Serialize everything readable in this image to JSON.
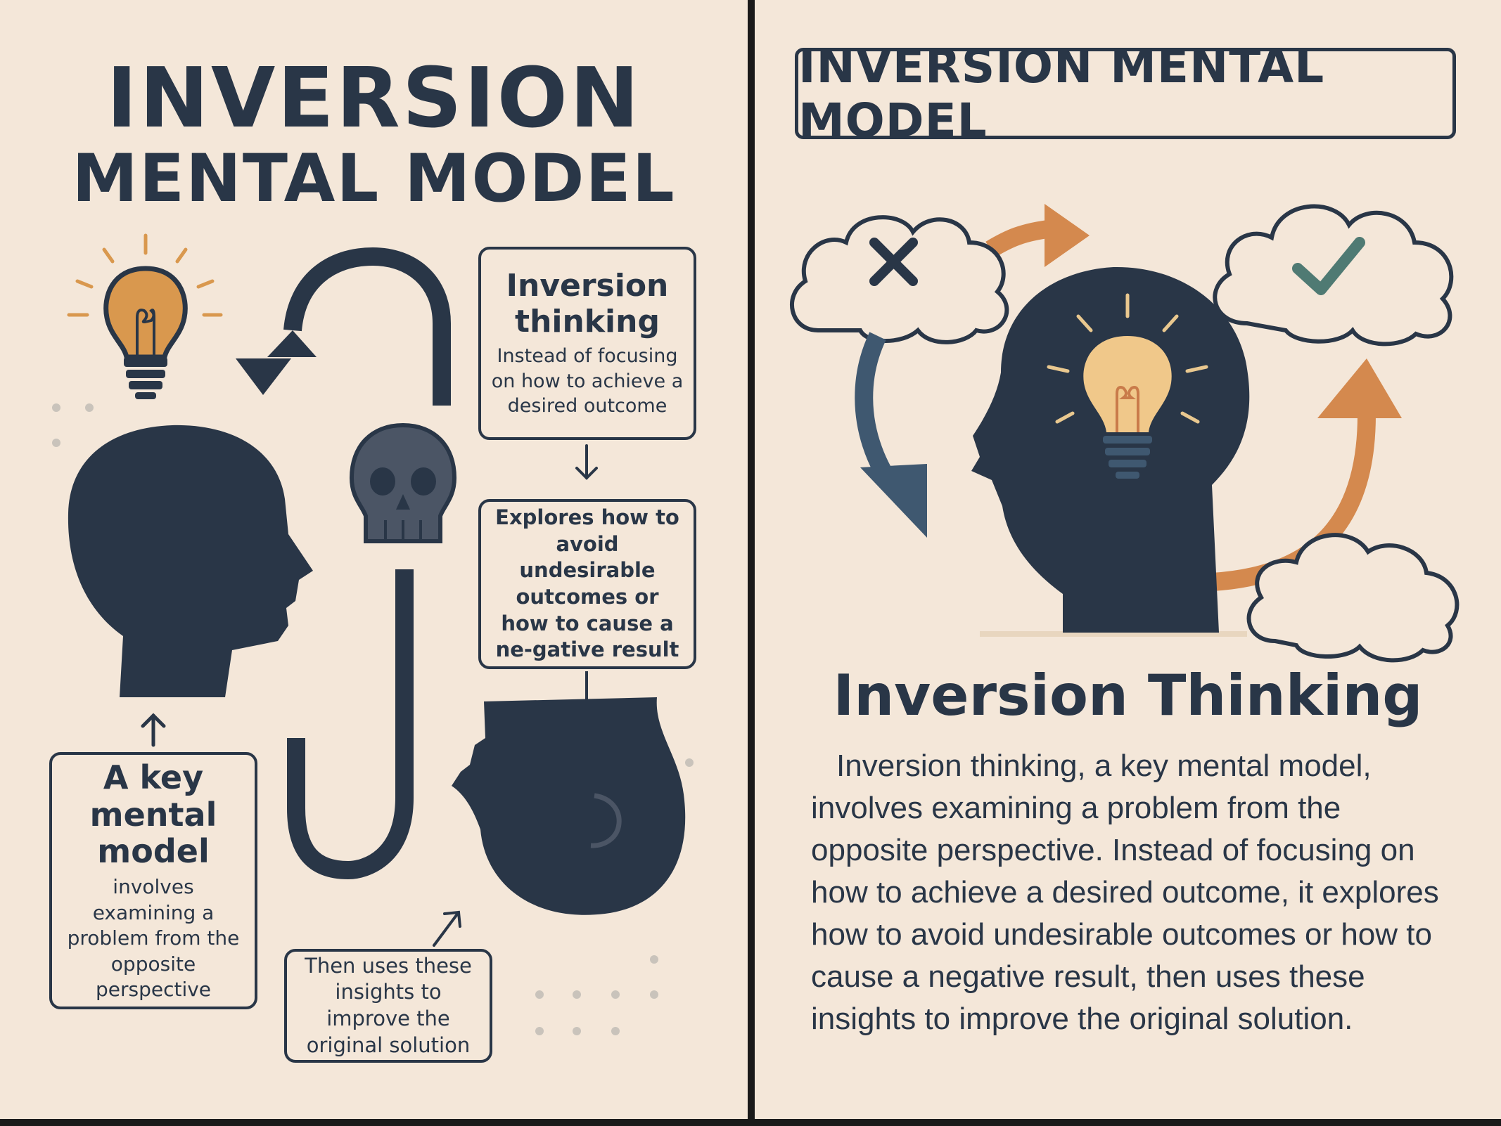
{
  "left": {
    "title_line1": "INVERSION",
    "title_line2": "MENTAL MODEL",
    "box_inversion": {
      "heading": "Inversion thinking",
      "text": "Instead of focusing on how to achieve a desired outcome"
    },
    "box_explores": {
      "text": "Explores how to avoid undesirable outcomes or how to cause a ne-gative result"
    },
    "box_key": {
      "heading": "A key mental model",
      "text": "involves examining a problem from the opposite perspective"
    },
    "box_then": {
      "text": "Then uses these insights to improve the original solution"
    }
  },
  "right": {
    "title": "INVERSION MENTAL MODEL",
    "heading": "Inversion Thinking",
    "paragraph": "Inversion thinking, a key mental model, involves examining a problem from the opposite perspective. Instead of focusing on how to achieve a desired outcome, it explores how to avoid undesirable outcomes or how to cause a negative result, then uses these insights to improve the original solution."
  },
  "colors": {
    "background": "#f4e7d9",
    "ink": "#293647",
    "accent_orange": "#d4894e",
    "bulb_orange": "#d9984e",
    "check_green": "#4f7a73",
    "arrow_blue": "#3f5870"
  },
  "icons": [
    "lightbulb-icon",
    "head-silhouette-icon",
    "skull-icon",
    "curved-arrow-icon",
    "cloud-icon",
    "x-mark-icon",
    "check-mark-icon"
  ]
}
